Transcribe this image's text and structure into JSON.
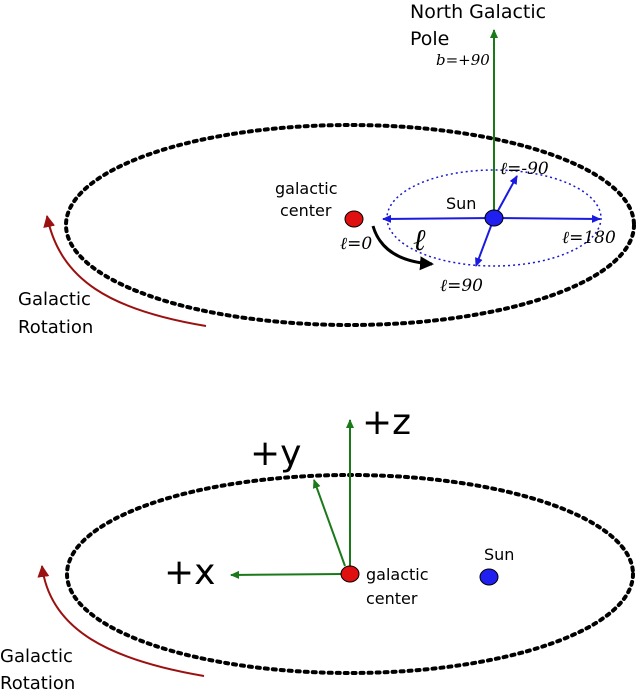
{
  "colors": {
    "galaxy_outline": "#000000",
    "sun_orbit": "#1a1acc",
    "sun_fill": "#1f1ff0",
    "center_fill": "#e01010",
    "axis_green": "#1a7a1a",
    "longitude_arrow_blue": "#1a1ae0",
    "rotation_arrow": "#9b1010",
    "longitude_direction_arrow": "#000000"
  },
  "top_diagram": {
    "north_pole_label_line1": "North Galactic",
    "north_pole_label_line2": "Pole",
    "pole_latitude": "b=+90",
    "center_label_line1": "galactic",
    "center_label_line2": "center",
    "sun_label": "Sun",
    "l_symbol": "ℓ",
    "l_zero": "ℓ=0",
    "l_minus90": "ℓ=-90",
    "l_180": "ℓ=180",
    "l_90": "ℓ=90",
    "rotation_label_line1": "Galactic",
    "rotation_label_line2": "Rotation"
  },
  "bottom_diagram": {
    "axis_z": "+z",
    "axis_y": "+y",
    "axis_x": "+x",
    "center_label_line1": "galactic",
    "center_label_line2": "center",
    "sun_label": "Sun",
    "rotation_label_line1": "Galactic",
    "rotation_label_line2": "Rotation"
  }
}
